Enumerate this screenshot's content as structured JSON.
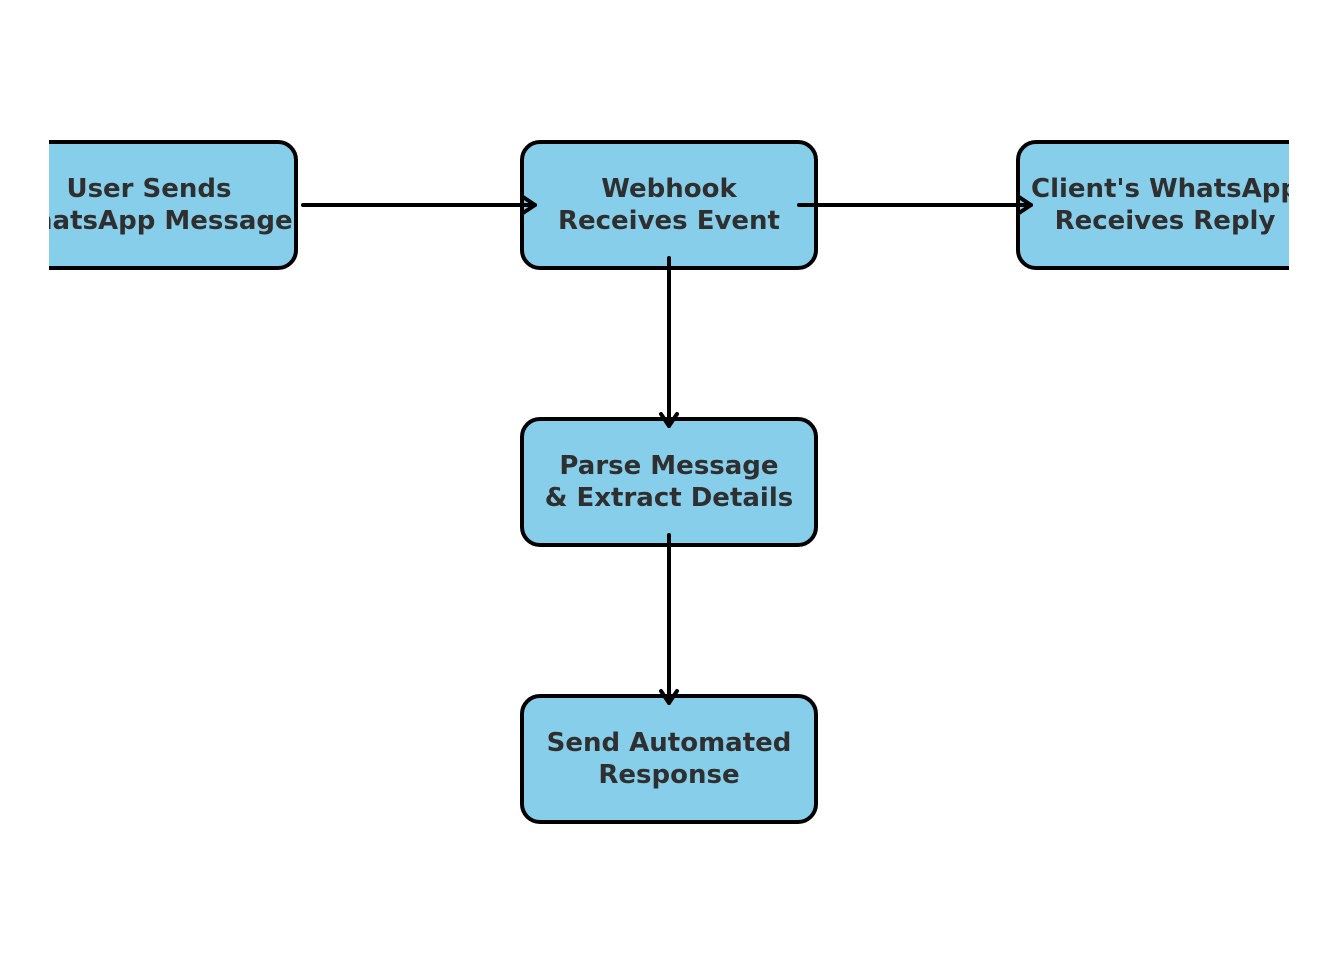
{
  "colors": {
    "node_fill": "#87ceeb",
    "node_border": "#000000",
    "text": "#2f2f2f",
    "edge": "#000000"
  },
  "nodes": [
    {
      "id": "user",
      "lines": [
        "User Sends",
        "WhatsApp Message"
      ]
    },
    {
      "id": "webhook",
      "lines": [
        "Webhook",
        "Receives Event"
      ]
    },
    {
      "id": "client",
      "lines": [
        "Client's WhatsApp",
        "Receives Reply"
      ]
    },
    {
      "id": "parse",
      "lines": [
        "Parse Message",
        "& Extract Details"
      ]
    },
    {
      "id": "send",
      "lines": [
        "Send Automated",
        "Response"
      ]
    }
  ],
  "edges": [
    {
      "from": "user",
      "to": "webhook"
    },
    {
      "from": "webhook",
      "to": "client"
    },
    {
      "from": "webhook",
      "to": "parse"
    },
    {
      "from": "parse",
      "to": "send"
    }
  ]
}
